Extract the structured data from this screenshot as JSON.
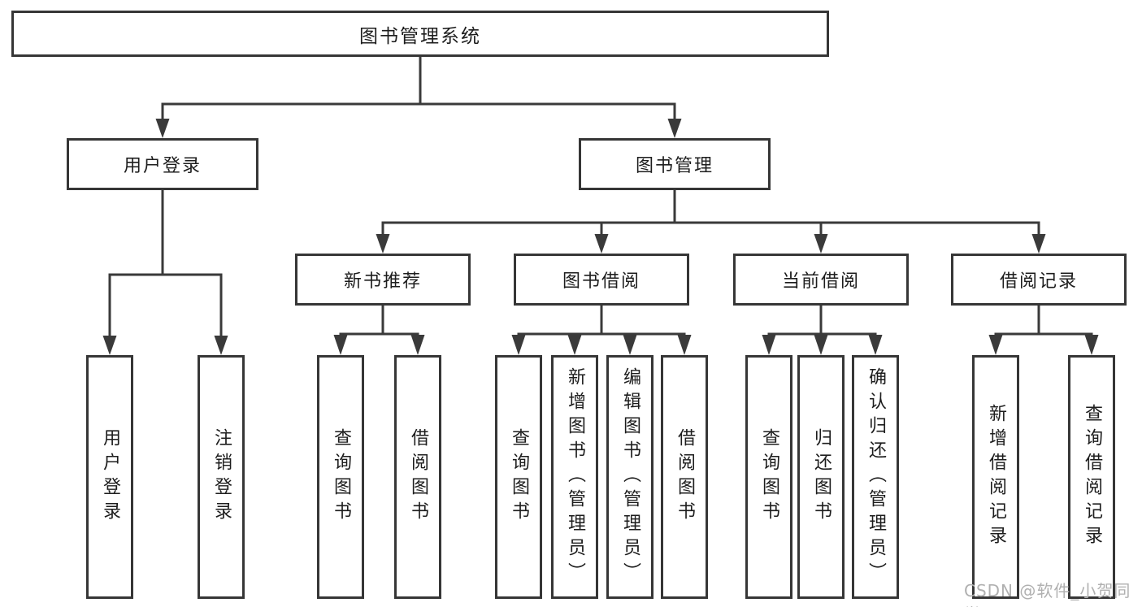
{
  "diagram": {
    "root": {
      "label": "图书管理系统"
    },
    "branches": [
      {
        "label": "用户登录",
        "children": [
          {
            "label": "用户登录"
          },
          {
            "label": "注销登录"
          }
        ]
      },
      {
        "label": "图书管理",
        "children": [
          {
            "label": "新书推荐",
            "children": [
              {
                "label": "查询图书"
              },
              {
                "label": "借阅图书"
              }
            ]
          },
          {
            "label": "图书借阅",
            "children": [
              {
                "label": "查询图书"
              },
              {
                "label": "新增图书（管理员）"
              },
              {
                "label": "编辑图书（管理员）"
              },
              {
                "label": "借阅图书"
              }
            ]
          },
          {
            "label": "当前借阅",
            "children": [
              {
                "label": "查询图书"
              },
              {
                "label": "归还图书"
              },
              {
                "label": "确认归还（管理员）"
              }
            ]
          },
          {
            "label": "借阅记录",
            "children": [
              {
                "label": "新增借阅记录"
              },
              {
                "label": "查询借阅记录"
              }
            ]
          }
        ]
      }
    ]
  },
  "watermark": "CSDN @软件_小贺同学",
  "colors": {
    "line": "#3a3a3a",
    "border": "#363636",
    "text": "#1d1d1d",
    "watermark": "#b0b0b0",
    "background": "#ffffff"
  }
}
